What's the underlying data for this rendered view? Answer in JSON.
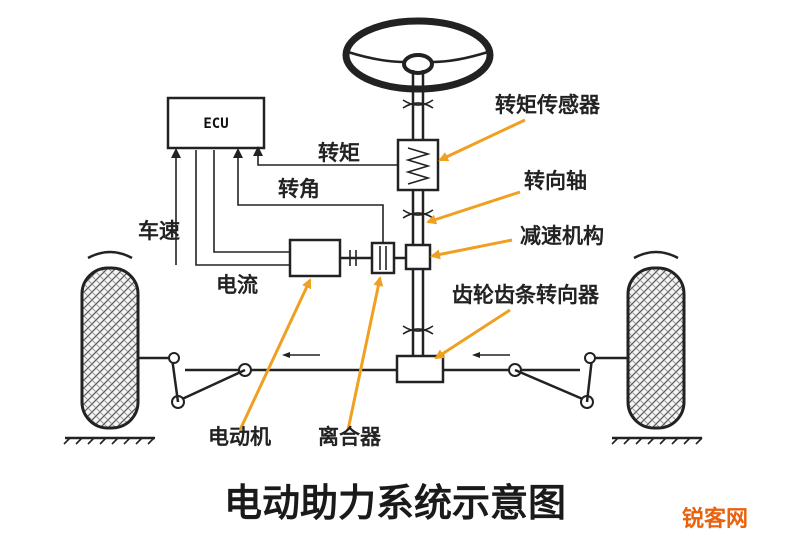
{
  "ecu_label": "ECU",
  "labels": {
    "torque_sensor": "转矩传感器",
    "steering_shaft": "转向轴",
    "reducer": "减速机构",
    "rack_pinion": "齿轮齿条转向器",
    "motor": "电动机",
    "clutch": "离合器",
    "torque": "转矩",
    "angle": "转角",
    "speed": "车速",
    "current": "电流"
  },
  "title": "电动助力系统示意图",
  "watermark": "锐客网",
  "colors": {
    "line": "#222222",
    "callout": "#f0a020",
    "watermark": "#e8620e"
  }
}
